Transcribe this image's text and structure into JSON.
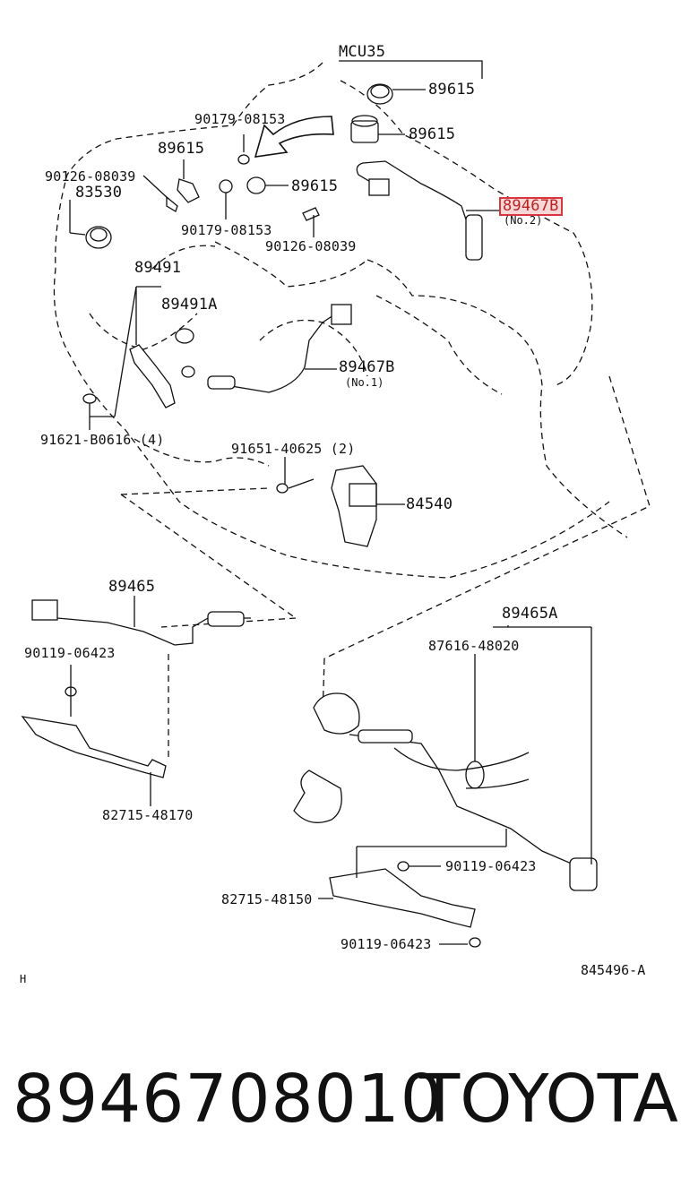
{
  "diagram": {
    "model": "MCU35",
    "labels": {
      "ks1": "89615",
      "ks2": "89615",
      "bolt_upper": "90179-08153",
      "sensor_left": "89615",
      "screw_left": "90126-08039",
      "switch": "83530",
      "sensor_mid": "89615",
      "bolt_mid": "90179-08153",
      "screw_mid": "90126-08039",
      "o2_no2": "89467B",
      "o2_no2_sub": "(No.2)",
      "sensor_89491": "89491",
      "sensor_89491a": "89491A",
      "o2_no1": "89467B",
      "o2_no1_sub": "(No.1)",
      "bolt_91621": "91621-B0616 (4)",
      "bolt_91651": "91651-40625 (2)",
      "switch_84540": "84540",
      "o2_89465": "89465",
      "bolt_left": "90119-06423",
      "bracket_left": "82715-48170",
      "o2_89465a": "89465A",
      "clamp": "87616-48020",
      "bolt_right": "90119-06423",
      "bracket_right": "82715-48150",
      "bolt_bottom": "90119-06423"
    },
    "corner_mark": "H",
    "ref_number": "845496-A"
  },
  "footer": {
    "part_number": "8946708010",
    "brand": "TOYOTA"
  },
  "colors": {
    "highlight_border": "#d9363e",
    "highlight_fill": "#f8d7d7"
  }
}
